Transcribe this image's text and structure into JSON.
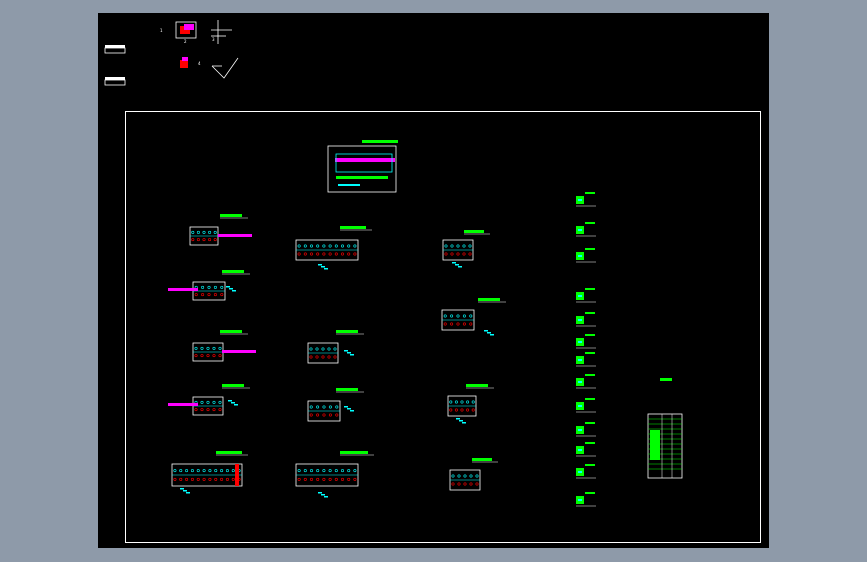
{
  "app": {
    "background": "#8e9aa9",
    "canvas_background": "#000000",
    "frame_color": "#ffffff",
    "colors": {
      "cyan": "#00ffff",
      "green": "#00ff00",
      "magenta": "#ff00ff",
      "red": "#ff0000",
      "white": "#ffffff",
      "yellow": "#ffff00"
    }
  },
  "legend": {
    "mark_1": "1",
    "mark_2": "2",
    "mark_3": "3",
    "mark_4": "4"
  }
}
